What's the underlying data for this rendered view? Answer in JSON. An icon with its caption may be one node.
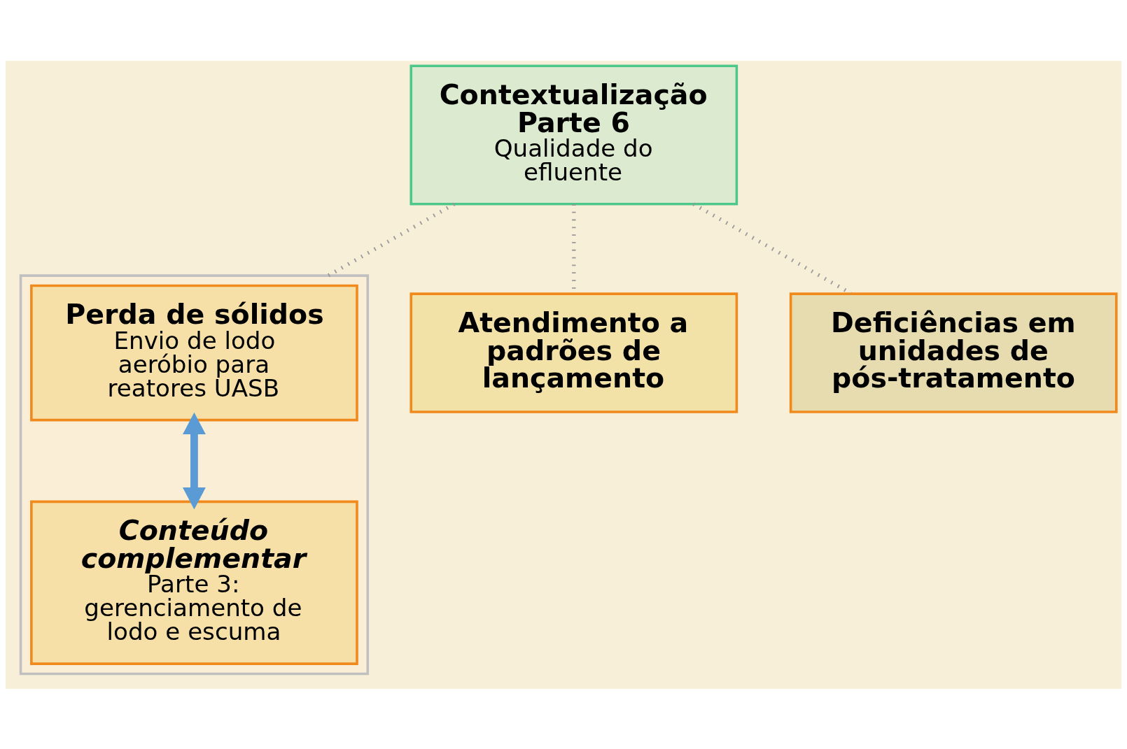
{
  "diagram": {
    "nodes": [
      {
        "text": [
          "Contextualização Parte 6",
          "Qualidade do efluente"
        ]
      },
      {
        "text": [],
        "shape": "box"
      },
      {
        "text": [
          "Perda de sólidos",
          "Envio de lodo aeróbio para reatores UASB"
        ],
        "in": 1
      },
      {
        "text": [
          "Conteúdo complementar",
          "Parte 3: gerenciamento de lodo e escuma"
        ],
        "in": 1
      },
      {
        "text": [
          "Atendimento a padrões de lançamento"
        ]
      },
      {
        "text": [
          "Deficiências em unidades de pós-tratamento"
        ]
      }
    ],
    "edges": [
      {
        "from": 0,
        "to": 1,
        "arrow": "none",
        "style": "dashed"
      },
      {
        "from": 0,
        "to": 4,
        "arrow": "none",
        "style": "dashed"
      },
      {
        "from": 0,
        "to": 5,
        "arrow": "none",
        "style": "dashed"
      },
      {
        "from": 2,
        "to": 3,
        "arrow": "both",
        "style": "thick",
        "color": "#5b9bd5"
      }
    ]
  }
}
